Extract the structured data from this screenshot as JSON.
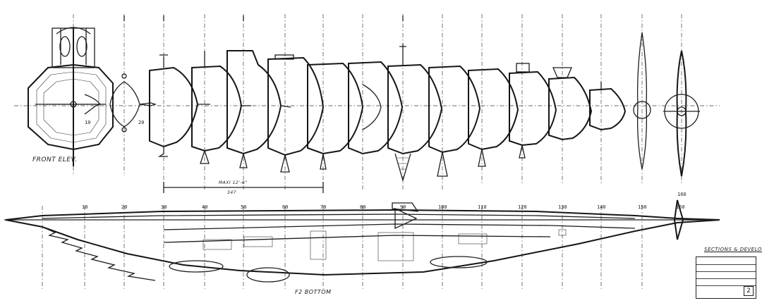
{
  "labels": {
    "front_elevation": "FRONT ELEV.",
    "bottom": "F2 BOTTOM",
    "section_title": "SECTIONS & DEVELOPMENT",
    "dimension": "MAXI 12'-6\"",
    "dimension_sub": "347"
  },
  "station_marks": {
    "body_plan": [
      "10",
      "20"
    ],
    "profile": [
      "10",
      "20",
      "30",
      "40",
      "50",
      "60",
      "70",
      "80",
      "90",
      "100",
      "110",
      "120",
      "130",
      "140",
      "150",
      "160"
    ],
    "stern": "160"
  },
  "title_block": {
    "sheet": "2"
  },
  "colors": {
    "ink": "#1d1d1d",
    "paper": "#ffffff"
  }
}
